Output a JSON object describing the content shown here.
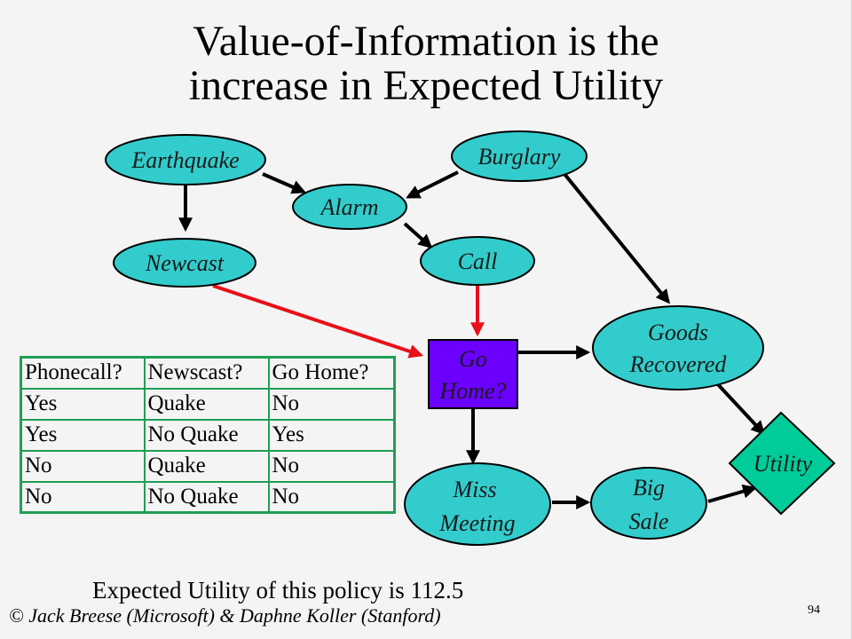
{
  "title": {
    "line1": "Value-of-Information is the",
    "line2": "increase in Expected Utility"
  },
  "nodes": {
    "earthquake": "Earthquake",
    "burglary": "Burglary",
    "alarm": "Alarm",
    "newcast": "Newcast",
    "call": "Call",
    "go_home": [
      "Go",
      "Home?"
    ],
    "goods_recovered": [
      "Goods",
      "Recovered"
    ],
    "utility": "Utility",
    "miss_meeting": [
      "Miss",
      "Meeting"
    ],
    "big_sale": [
      "Big",
      "Sale"
    ]
  },
  "colors": {
    "chance_node": "#33cccc",
    "decision_node": "#6b00ff",
    "utility_node": "#00cc99",
    "info_arc": "#e8101a",
    "table_border": "#1f9e55"
  },
  "policy_table": {
    "headers": [
      "Phonecall?",
      "Newscast?",
      "Go Home?"
    ],
    "rows": [
      [
        "Yes",
        "Quake",
        "No"
      ],
      [
        "Yes",
        "No Quake",
        "Yes"
      ],
      [
        "No",
        "Quake",
        "No"
      ],
      [
        "No",
        "No Quake",
        "No"
      ]
    ]
  },
  "expected_utility": "Expected Utility of this policy is 112.5",
  "credit": "© Jack Breese (Microsoft) & Daphne Koller (Stanford)",
  "page_number": "94"
}
